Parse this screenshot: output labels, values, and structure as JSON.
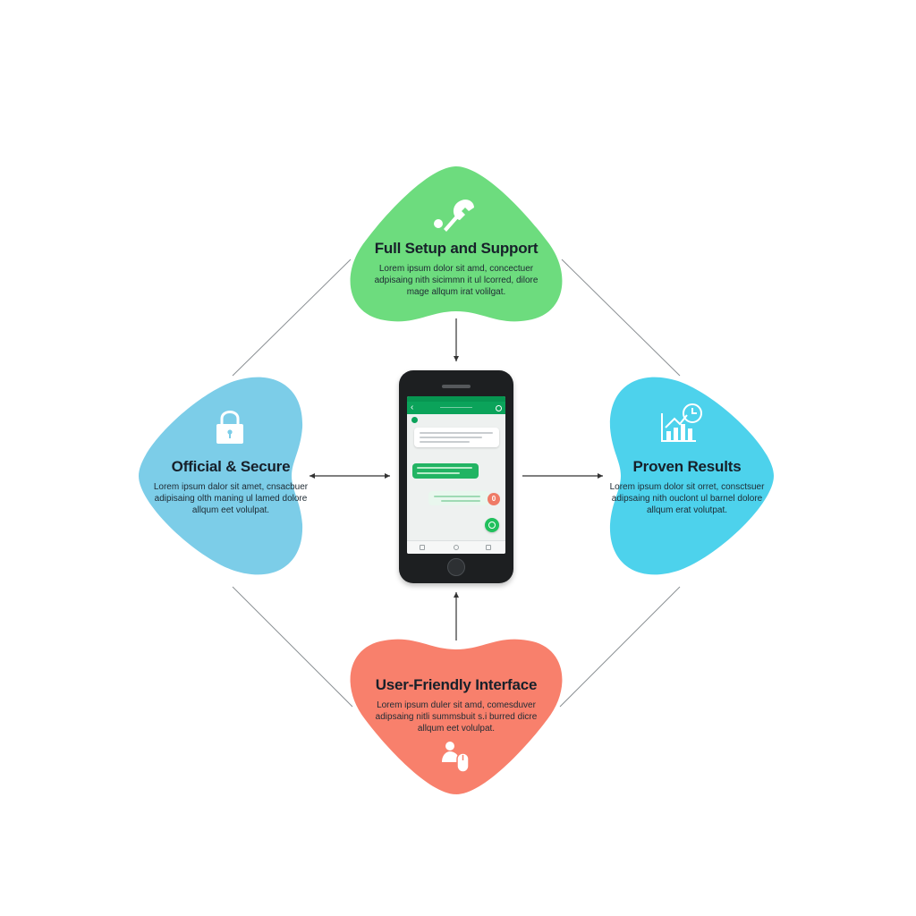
{
  "nodes": {
    "top": {
      "title": "Full Setup and Support",
      "body": [
        "Lorem ipsum dolor sit amd, concectuer",
        "adpisaing nith sicimmn it ul lcorred, dilore",
        "mage allqum irat volilgat."
      ],
      "color": "#6ddc7e",
      "icon": "wrench-icon"
    },
    "left": {
      "title": "Official & Secure",
      "body": [
        "Lorem ipsum dalor sit amet, cnsacbuer",
        "adipisaing olth maning ul lamed dolore",
        "allqum eet volulpat."
      ],
      "color": "#7ccde8",
      "icon": "padlock-icon"
    },
    "right": {
      "title": "Proven Results",
      "body": [
        "Lorem ipsum dolor sit orret, consctsuer",
        "adipsaing nith ouclont ul barnel dolore",
        "allqum erat volutpat."
      ],
      "color": "#4dd2ec",
      "icon": "growth-chart-clock-icon"
    },
    "bottom": {
      "title": "User-Friendly Interface",
      "body": [
        "Lorem ipsum duler sit amd, comesduver",
        "adipsaing nitli summsbuit s.i burred dicre",
        "allqum eet volulpat."
      ],
      "color": "#f8806c",
      "icon": "user-mouse-icon"
    }
  },
  "phone": {
    "app_title": "——————",
    "notification_glyph": "0",
    "accent": "#0ba35a"
  },
  "colors": {
    "connector": "#8a8f93",
    "arrow": "#333333"
  }
}
